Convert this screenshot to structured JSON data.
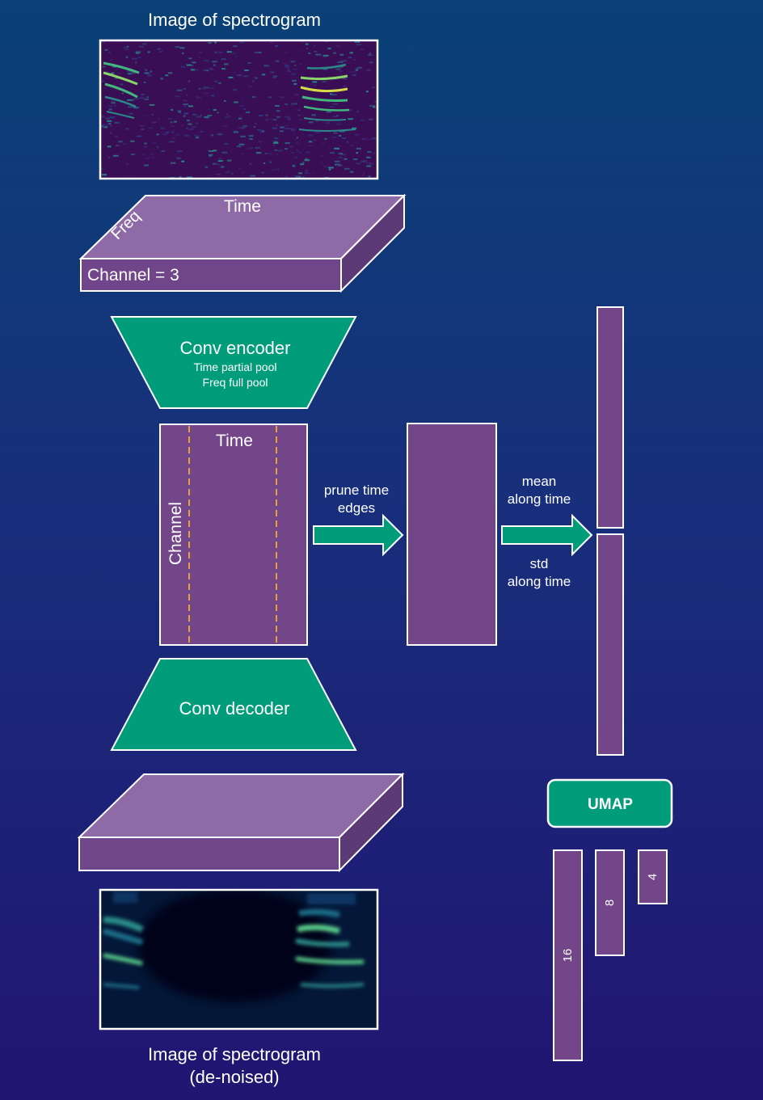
{
  "input": {
    "title": "Image of spectrogram",
    "tensor_labels": {
      "time": "Time",
      "freq": "Freq",
      "channel": "Channel = 3"
    }
  },
  "encoder": {
    "title": "Conv encoder",
    "line1": "Time partial pool",
    "line2": "Freq full pool"
  },
  "latent": {
    "time_label": "Time",
    "channel_label": "Channel"
  },
  "prune": {
    "line1": "prune time",
    "line2": "edges"
  },
  "stats": {
    "mean_line1": "mean",
    "mean_line2": "along time",
    "std_line1": "std",
    "std_line2": "along time"
  },
  "decoder": {
    "title": "Conv decoder"
  },
  "umap": {
    "label": "UMAP",
    "dims": [
      "16",
      "8",
      "4"
    ]
  },
  "output": {
    "title_line1": "Image of spectrogram",
    "title_line2": "(de-noised)"
  },
  "colors": {
    "purple_top": "#8e6ba6",
    "purple_front": "#704589",
    "purple_side": "#5c3a75",
    "purple_block": "#734689",
    "teal": "#019c7a",
    "orange_dash": "#e8a13a",
    "spec_background": "#3a0e55",
    "spec_highlight": "#8fe06a",
    "denoised_background": "#020b1e",
    "denoised_highlight": "#5cd38c"
  }
}
